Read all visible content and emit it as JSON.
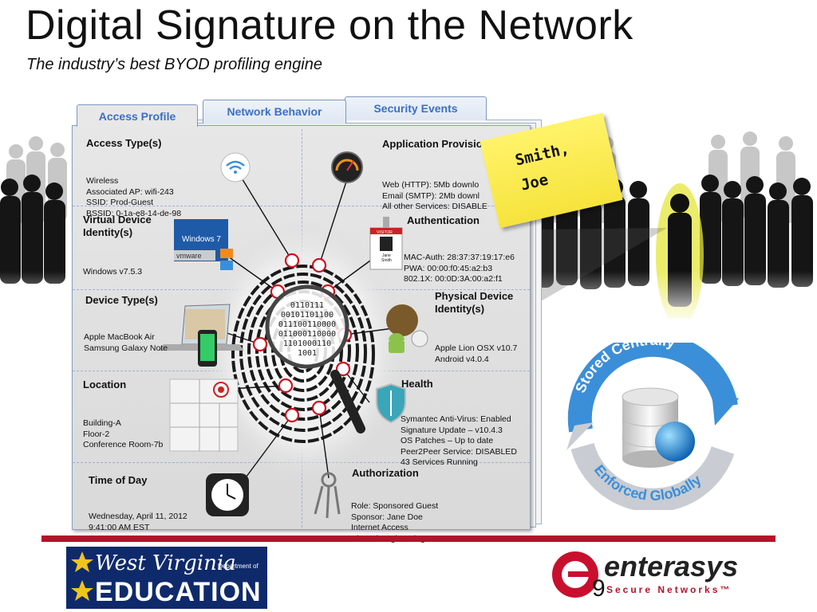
{
  "slide": {
    "title": "Digital Signature on the Network",
    "subtitle": "The industry’s best BYOD profiling engine",
    "page_number": "9"
  },
  "tabs": [
    {
      "label": "Access Profile",
      "active": true
    },
    {
      "label": "Network Behavior",
      "active": false
    },
    {
      "label": "Security Events",
      "active": false
    }
  ],
  "sections": {
    "access_type": {
      "title": "Access Type(s)",
      "lines": [
        "Wireless",
        "Associated AP: wifi-243",
        "SSID: Prod-Guest",
        "BSSID: 0-1a-e8-14-de-98"
      ]
    },
    "app_provision": {
      "title": "Application Provision",
      "lines": [
        "Web (HTTP): 5Mb downlo",
        "Email (SMTP): 2Mb downl",
        "All other Services: DISABLE"
      ]
    },
    "virtual_device": {
      "title": "Virtual Device Identity(s)",
      "lines": [
        "Windows v7.5.3"
      ]
    },
    "authentication": {
      "title": "Authentication",
      "lines": [
        "MAC-Auth: 28:37:37:19:17:e6",
        "PWA: 00:00:f0:45:a2:b3",
        "802.1X: 00:0D:3A:00:a2:f1"
      ]
    },
    "device_type": {
      "title": "Device Type(s)",
      "lines": [
        "Apple MacBook Air",
        "Samsung Galaxy Note"
      ]
    },
    "physical_device": {
      "title": "Physical Device Identity(s)",
      "lines": [
        "Apple Lion OSX v10.7",
        "Android v4.0.4"
      ]
    },
    "location": {
      "title": "Location",
      "lines": [
        "Building-A",
        "Floor-2",
        "Conference Room-7b"
      ]
    },
    "health": {
      "title": "Health",
      "lines": [
        "Symantec Anti-Virus: Enabled",
        "Signature Update – v10.4.3",
        "OS Patches – Up to date",
        "Peer2Peer Service: DISABLED",
        "43 Services Running"
      ]
    },
    "time_of_day": {
      "title": "Time of Day",
      "lines": [
        "Wednesday, April 11, 2012",
        "9:41:00 AM EST"
      ]
    },
    "authorization": {
      "title": "Authorization",
      "lines": [
        "Role: Sponsored Guest",
        "Sponsor: Jane Doe",
        "Internet Access",
        "Shared Engineering Servers"
      ]
    }
  },
  "binary_text": [
    "0110111",
    "00101101100",
    "011100110000",
    "011000110000",
    "1101000110",
    "1001"
  ],
  "badge": {
    "label": "VISITOR",
    "name_lines": [
      "Jane",
      "Smith"
    ]
  },
  "windows_box": {
    "label": "Windows 7",
    "vm_label": "vmware"
  },
  "sticky_note": {
    "line1": "Smith,",
    "line2": "Joe"
  },
  "cycle": {
    "top": "Stored Centrally",
    "bottom": "Enforced Globally"
  },
  "logos": {
    "wv": {
      "script": "West Virginia",
      "dept": "Department of",
      "edu": "EDUCATION"
    },
    "enterasys": {
      "name": "enterasys",
      "tagline": "Secure Networks™"
    }
  },
  "colors": {
    "accent_blue": "#3a6fc4",
    "brand_red": "#b3132b",
    "note_yellow": "#fff36a",
    "wv_navy": "#0f2a6b"
  },
  "icons": [
    "wifi-icon",
    "speedometer-icon",
    "windows-icon",
    "badge-icon",
    "laptop-icon",
    "phone-icon",
    "apple-icon",
    "android-icon",
    "floorplan-icon",
    "shield-icon",
    "clock-icon",
    "keys-icon",
    "fingerprint-icon",
    "magnifier-icon",
    "database-icon",
    "globe-icon"
  ]
}
